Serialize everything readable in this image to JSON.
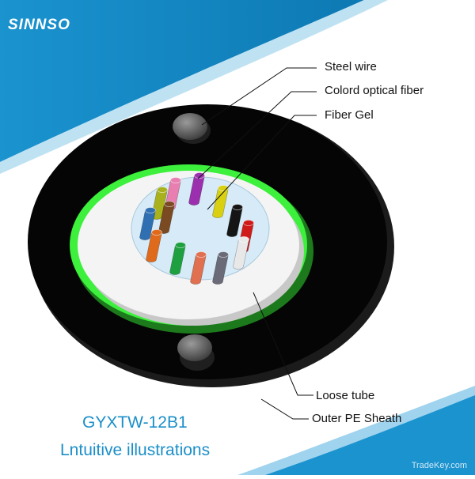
{
  "brand": {
    "logo_text": "SINNSO"
  },
  "labels": {
    "steel_wire": "Steel wire",
    "colored_fiber": "Colord optical fiber",
    "fiber_gel": "Fiber Gel",
    "loose_tube": "Loose tube",
    "outer_sheath": "Outer PE Sheath"
  },
  "caption": {
    "model": "GYXTW-12B1",
    "subtitle": "Lntuitive illustrations"
  },
  "watermark": "TradeKey.com",
  "colors": {
    "accent": "#1b8fc9",
    "sheath": "#050505",
    "armor_ring": "#3cf03c",
    "tube": "#f4f4f4",
    "gel": "#d6ebf7"
  },
  "fibers": [
    {
      "name": "pink-fiber",
      "color": "#e87fb0"
    },
    {
      "name": "purple-fiber",
      "color": "#9b2fae"
    },
    {
      "name": "olive-fiber",
      "color": "#a9b21c"
    },
    {
      "name": "yellow-fiber",
      "color": "#d8d010"
    },
    {
      "name": "blue-fiber",
      "color": "#2f6fb2"
    },
    {
      "name": "brown-fiber",
      "color": "#7a4a22"
    },
    {
      "name": "black-fiber",
      "color": "#151515"
    },
    {
      "name": "red-fiber",
      "color": "#d01a1a"
    },
    {
      "name": "white-fiber",
      "color": "#e8e8e8"
    },
    {
      "name": "orange-fiber",
      "color": "#e06a1c"
    },
    {
      "name": "green-fiber",
      "color": "#1ea040"
    },
    {
      "name": "salmon-fiber",
      "color": "#e07050"
    },
    {
      "name": "slate-fiber",
      "color": "#6a6a78"
    }
  ]
}
